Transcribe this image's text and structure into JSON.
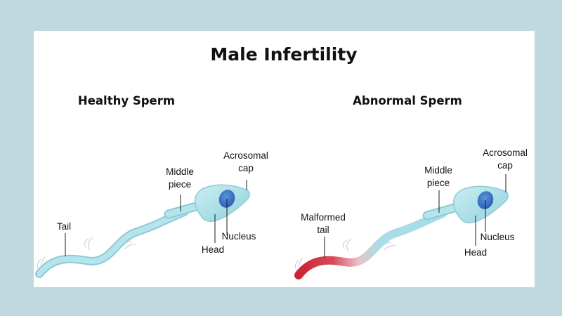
{
  "title": "Male Infertility",
  "healthy": {
    "heading": "Healthy Sperm",
    "labels": {
      "acrosomal_cap_line1": "Acrosomal",
      "acrosomal_cap_line2": "cap",
      "middle_piece_line1": "Middle",
      "middle_piece_line2": "piece",
      "tail": "Tail",
      "nucleus": "Nucleus",
      "head": "Head"
    }
  },
  "abnormal": {
    "heading": "Abnormal Sperm",
    "labels": {
      "acrosomal_cap_line1": "Acrosomal",
      "acrosomal_cap_line2": "cap",
      "middle_piece_line1": "Middle",
      "middle_piece_line2": "piece",
      "malformed_tail_line1": "Malformed",
      "malformed_tail_line2": "tail",
      "nucleus": "Nucleus",
      "head": "Head"
    }
  },
  "colors": {
    "background": "#bfd9de",
    "panel": "#ffffff",
    "sperm_body": "#a9dde6",
    "sperm_outline": "#8ccbd6",
    "nucleus": "#3f78cc",
    "malformed_tail": "#cc1e2e"
  }
}
